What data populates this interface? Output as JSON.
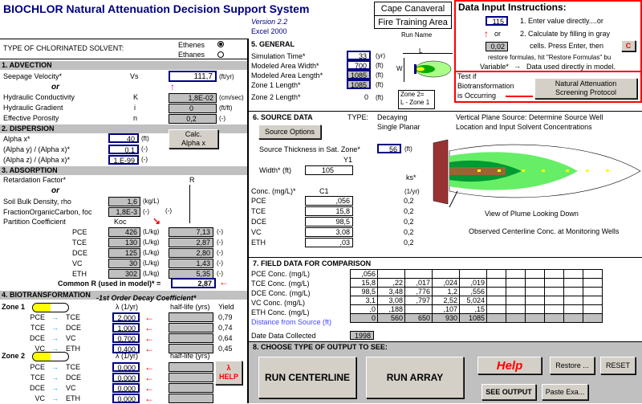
{
  "title": "BIOCHLOR Natural Attenuation Decision Support System",
  "version": "Version 2.2",
  "excel": "Excel 2000",
  "run_name": {
    "line1": "Cape Canaveral",
    "line2": "Fire Training Area",
    "label": "Run Name"
  },
  "instructions": {
    "title": "Data Input Instructions:",
    "example_value": "115",
    "step1": "1.  Enter value directly....or",
    "or": "or",
    "step2a": "2.  Calculate by filling in gray",
    "calc_value": "0,02",
    "step2b": "cells. Press Enter, then",
    "restore": "restore formulas, hit \"Restore Formulas\" bu",
    "variable": "Variable*",
    "variable_desc": "Data used directly in model.",
    "c_btn": "C"
  },
  "solvent": {
    "label": "TYPE OF CHLORINATED SOLVENT:",
    "opt1": "Ethenes",
    "opt2": "Ethanes"
  },
  "advection": {
    "header": "1. ADVECTION",
    "seepage_label": "Seepage Velocity*",
    "seepage_sym": "Vs",
    "seepage_val": "111,7",
    "seepage_unit": "(ft/yr)",
    "or": "or",
    "hc_label": "Hydraulic Conductivity",
    "hc_sym": "K",
    "hc_val": "1,8E-02",
    "hc_unit": "(cm/sec)",
    "hg_label": "Hydraulic Gradient",
    "hg_sym": "i",
    "hg_val": "0",
    "hg_unit": "(ft/ft)",
    "ep_label": "Effective Porosity",
    "ep_sym": "n",
    "ep_val": "0,2",
    "ep_unit": "(-)"
  },
  "dispersion": {
    "header": "2. DISPERSION",
    "ax_label": "Alpha x*",
    "ax_val": "40",
    "ax_unit": "(ft)",
    "ay_label": "(Alpha y) / (Alpha x)*",
    "ay_val": "0,1",
    "ay_unit": "(-)",
    "az_label": "(Alpha z) / (Alpha x)*",
    "az_val": "1,E-99",
    "az_unit": "(-)",
    "calc_btn": "Calc. Alpha x"
  },
  "adsorption": {
    "header": "3. ADSORPTION",
    "rf_label": "Retardation Factor*",
    "r": "R",
    "or": "or",
    "sbd_label": "Soil Bulk Density, rho",
    "sbd_val": "1,6",
    "sbd_unit": "(kg/L)",
    "sbd_unit2": "(-)",
    "foc_label": "FractionOrganicCarbon, foc",
    "foc_val": "1,8E-3",
    "foc_unit": "(-)",
    "pc_label": "Partition Coefficient",
    "koc": "Koc",
    "rows": [
      {
        "name": "PCE",
        "koc": "426",
        "r": "7,13"
      },
      {
        "name": "TCE",
        "koc": "130",
        "r": "2,87"
      },
      {
        "name": "DCE",
        "koc": "125",
        "r": "2,80"
      },
      {
        "name": "VC",
        "koc": "30",
        "r": "1,43"
      },
      {
        "name": "ETH",
        "koc": "302",
        "r": "5,35"
      }
    ],
    "koc_unit": "(L/kg)",
    "r_unit": "(-)",
    "common_label": "Common R (used in model)* =",
    "common_val": "2,87"
  },
  "biotrans": {
    "header": "4. BIOTRANSFORMATION",
    "decay_label": "-1st Order Decay Coefficient*",
    "zone1": "Zone 1",
    "zone2": "Zone 2",
    "lambda": "λ (1/yr)",
    "halflife": "half-life (yrs)",
    "yield": "Yield",
    "z1": [
      {
        "from": "PCE",
        "to": "TCE",
        "val": "2,000",
        "yield": "0,79"
      },
      {
        "from": "TCE",
        "to": "DCE",
        "val": "1,000",
        "yield": "0,74"
      },
      {
        "from": "DCE",
        "to": "VC",
        "val": "0,700",
        "yield": "0,64"
      },
      {
        "from": "VC",
        "to": "ETH",
        "val": "0,400",
        "yield": "0,45"
      }
    ],
    "z2": [
      {
        "from": "PCE",
        "to": "TCE",
        "val": "0,000"
      },
      {
        "from": "TCE",
        "to": "DCE",
        "val": "0,000"
      },
      {
        "from": "DCE",
        "to": "VC",
        "val": "0,000"
      },
      {
        "from": "VC",
        "to": "ETH",
        "val": "0,000"
      }
    ],
    "help_btn": "HELP"
  },
  "general": {
    "header": "5. GENERAL",
    "sim_label": "Simulation Time*",
    "sim_val": "33",
    "sim_unit": "(yr)",
    "maw_label": "Modeled Area Width*",
    "maw_val": "700",
    "maw_unit": "(ft)",
    "mal_label": "Modeled Area Length*",
    "mal_val": "1085",
    "mal_unit": "(ft)",
    "z1_label": "Zone 1  Length*",
    "z1_val": "1085",
    "z1_unit": "(ft)",
    "z2_label": "Zone 2  Length*",
    "z2_val": "0",
    "z2_unit": "(ft)",
    "zone_note1": "Zone 2=",
    "zone_note2": "L - Zone 1",
    "diag_w": "W",
    "diag_l": "L"
  },
  "test": {
    "line1": "Test if",
    "line2": "Biotransformation",
    "line3": "is Occurring",
    "btn": "Natural Attenuation Screening Protocol"
  },
  "source": {
    "header": "6. SOURCE DATA",
    "type_label": "TYPE:",
    "type1": "Decaying",
    "type2": "Single Planar",
    "options_btn": "Source Options",
    "thick_label": "Source Thickness in Sat. Zone*",
    "thick_val": "56",
    "thick_unit": "(ft)",
    "y1": "Y1",
    "width_label": "Width* (ft)",
    "width_val": "105",
    "ks": "ks*",
    "ks_unit": "(1/yr)",
    "conc_label": "Conc. (mg/L)*",
    "c1": "C1",
    "rows": [
      {
        "name": "PCE",
        "c": ",056",
        "k": "0,2"
      },
      {
        "name": "TCE",
        "c": "15,8",
        "k": "0,2"
      },
      {
        "name": "DCE",
        "c": "98,5",
        "k": "0,2"
      },
      {
        "name": "VC",
        "c": "3,08",
        "k": "0,2"
      },
      {
        "name": "ETH",
        "c": ",03",
        "k": "0,2"
      }
    ],
    "plane_note1": "Vertical Plane Source:  Determine Source Well",
    "plane_note2": "Location and Input Solvent Concentrations",
    "plume_label": "View of Plume Looking Down",
    "observed_label": "Observed Centerline Conc. at Monitoring Wells"
  },
  "field": {
    "header": "7. FIELD DATA FOR COMPARISON",
    "rows": [
      {
        "label": "PCE Conc. (mg/L)",
        "vals": [
          ",056",
          "",
          "",
          "",
          "",
          "",
          "",
          "",
          "",
          "",
          ""
        ]
      },
      {
        "label": "TCE Conc. (mg/L)",
        "vals": [
          "15,8",
          ",22",
          ",017",
          ",024",
          ",019",
          "",
          "",
          "",
          "",
          "",
          ""
        ]
      },
      {
        "label": "DCE Conc. (mg/L)",
        "vals": [
          "98,5",
          "3,48",
          ",776",
          "1,2",
          ",556",
          "",
          "",
          "",
          "",
          "",
          ""
        ]
      },
      {
        "label": "VC Conc.  (mg/L)",
        "vals": [
          "3,1",
          "3,08",
          ",797",
          "2,52",
          "5,024",
          "",
          "",
          "",
          "",
          "",
          ""
        ]
      },
      {
        "label": "ETH Conc. (mg/L)",
        "vals": [
          ",0",
          ",188",
          "",
          ",107",
          ",15",
          "",
          "",
          "",
          "",
          "",
          ""
        ]
      }
    ],
    "dist_label": "Distance from Source (ft)",
    "dist_vals": [
      "0",
      "560",
      "650",
      "930",
      "1085",
      "",
      "",
      "",
      "",
      "",
      ""
    ],
    "date_label": "Date  Data Collected",
    "date_val": "1998"
  },
  "output": {
    "header": "8. CHOOSE TYPE OF OUTPUT TO SEE:",
    "run_centerline": "RUN CENTERLINE",
    "run_array": "RUN ARRAY",
    "help": "Help",
    "restore": "Restore ...",
    "reset": "RESET",
    "see_output": "SEE OUTPUT",
    "paste": "Paste Exa..."
  }
}
